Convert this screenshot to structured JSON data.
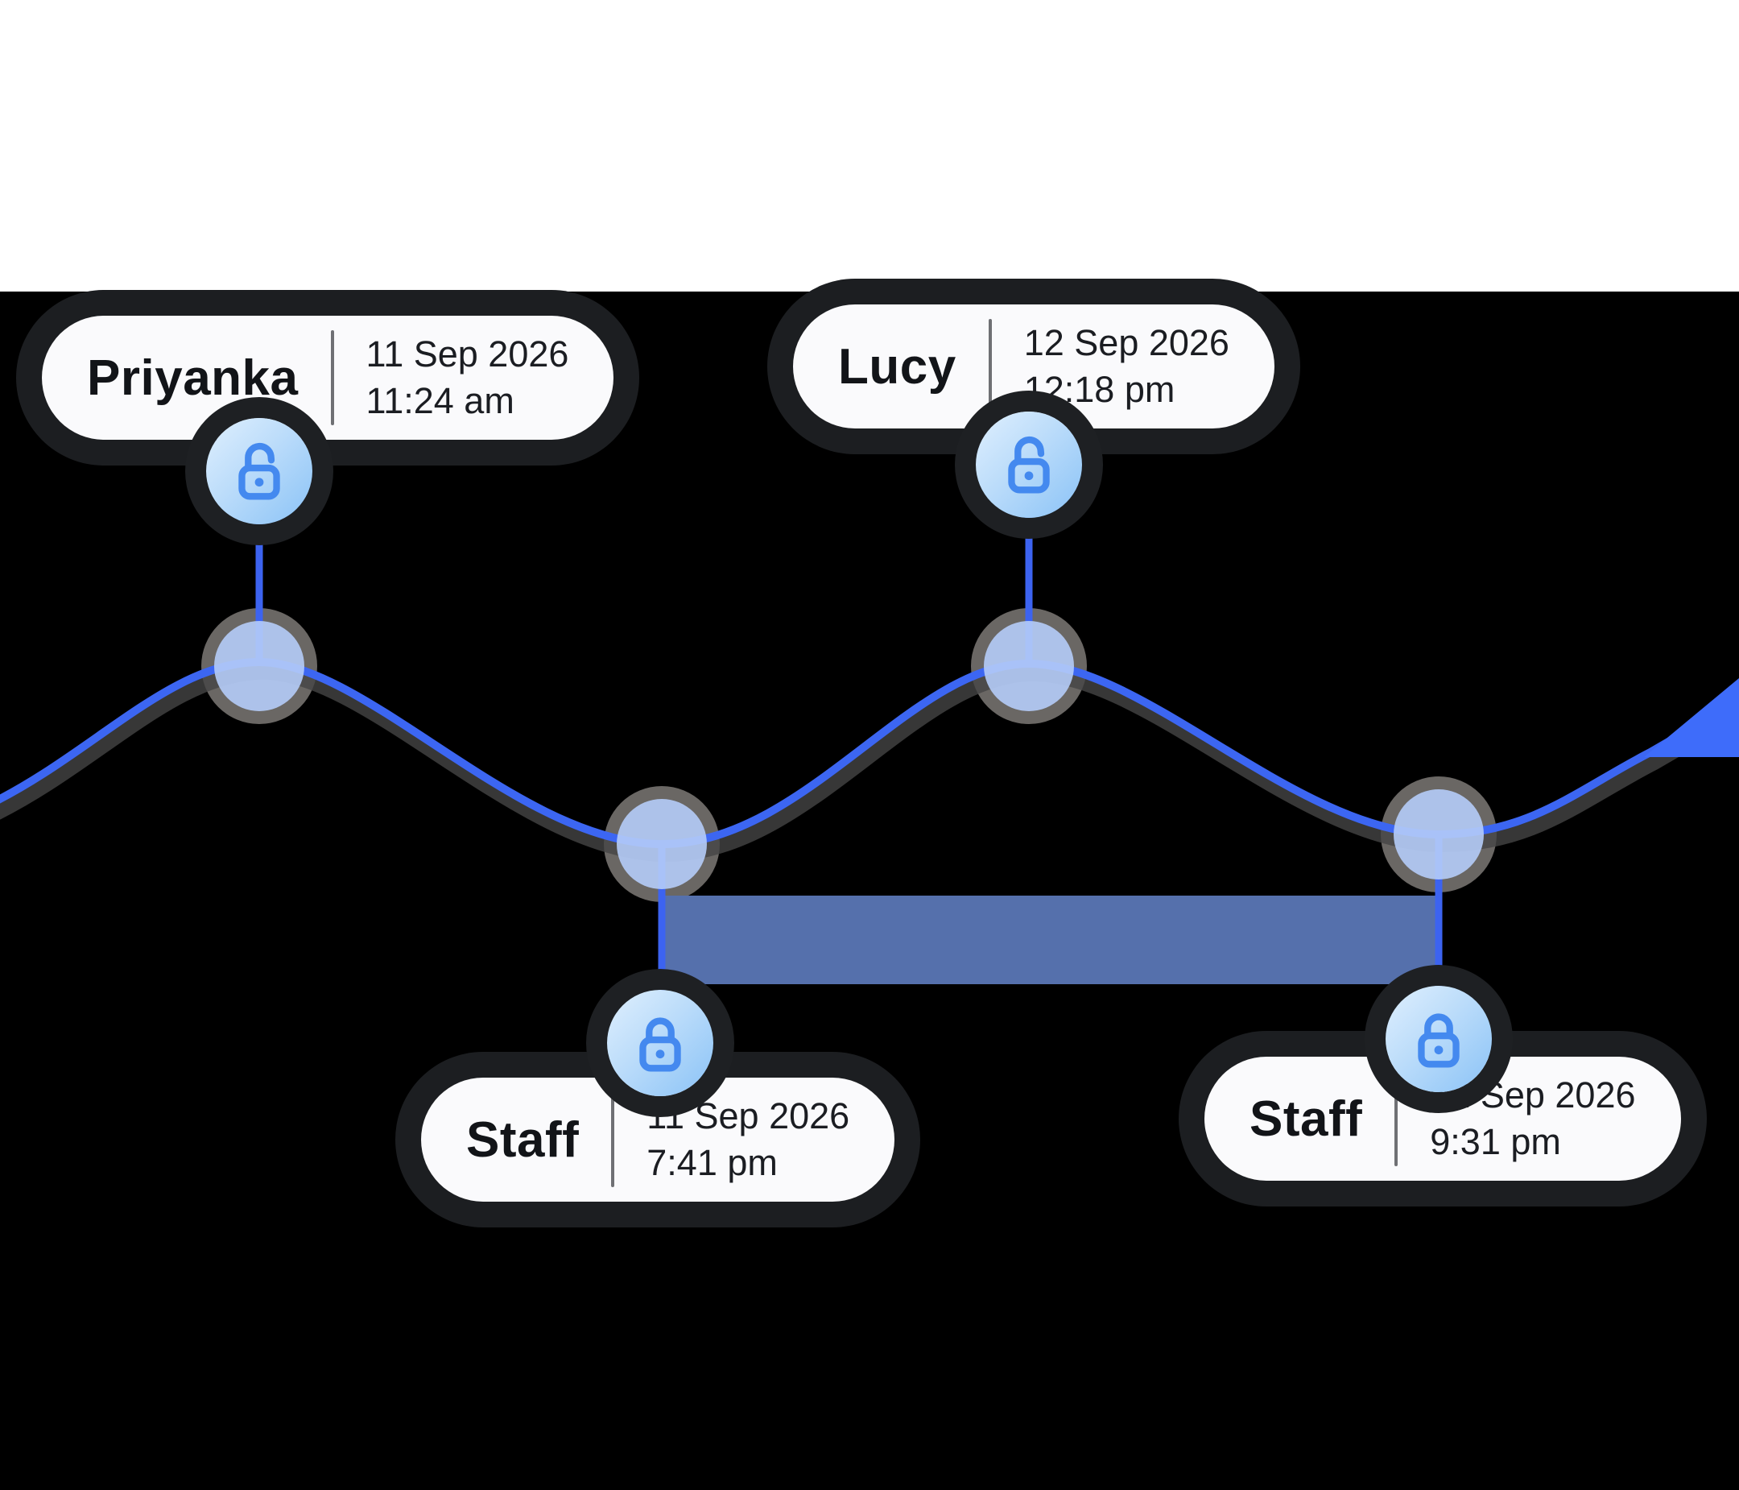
{
  "canvas": {
    "background_color": "#000000",
    "top_band_color": "#ffffff"
  },
  "timeline": {
    "wave_color": "#3C66F2",
    "arrow_color": "#3E6CFA",
    "range_bar_color": "#5570AC",
    "node_color": "#B5CCF8",
    "connector_color": "#3C63F0",
    "lock_icon_color": "#4489EF",
    "lock_chip_gradient": [
      "#D9ECFD",
      "#8FC5F7"
    ],
    "events": [
      {
        "name": "Priyanka",
        "date": "11 Sep 2026",
        "time": "11:24 am",
        "lock_state": "unlocked",
        "label_position": "above"
      },
      {
        "name": "Lucy",
        "date": "12 Sep 2026",
        "time": "12:18 pm",
        "lock_state": "unlocked",
        "label_position": "above"
      },
      {
        "name": "Staff",
        "date": "11 Sep 2026",
        "time": "7:41 pm",
        "lock_state": "locked",
        "label_position": "below"
      },
      {
        "name": "Staff",
        "date": "12 Sep 2026",
        "time": "9:31 pm",
        "lock_state": "locked",
        "label_position": "below"
      }
    ]
  }
}
